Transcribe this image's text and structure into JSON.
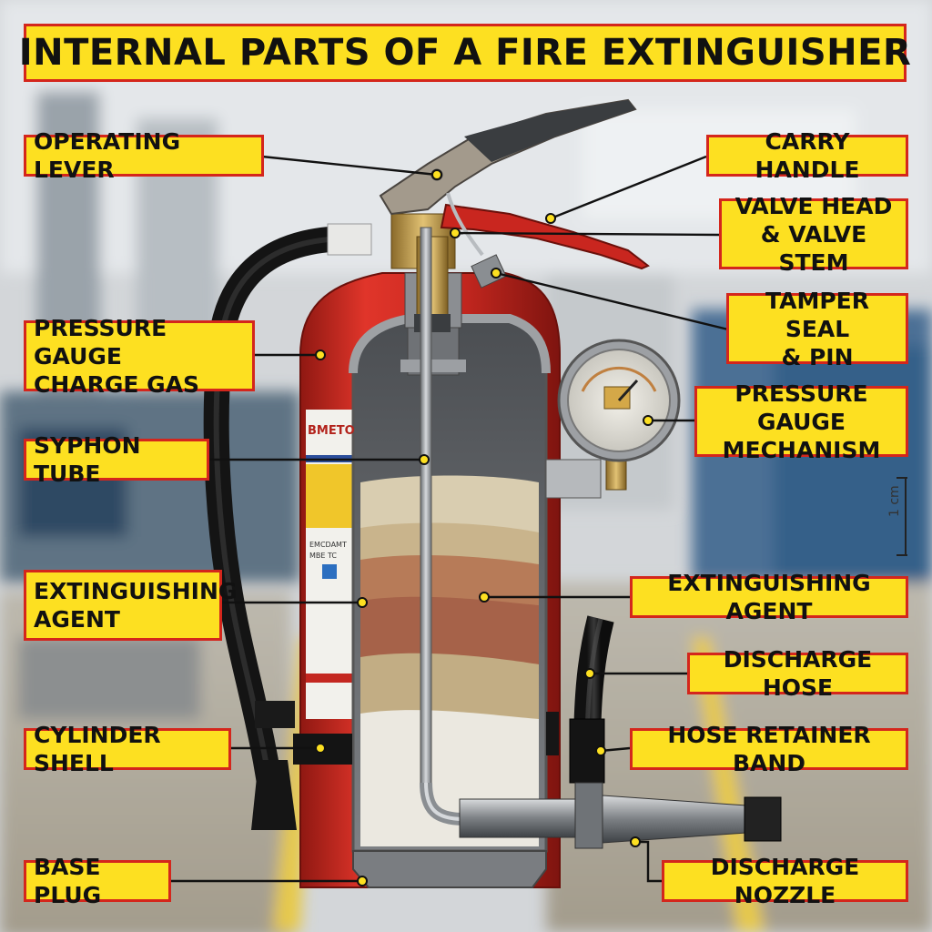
{
  "title": "INTERNAL PARTS OF A FIRE EXTINGUISHER",
  "labels": {
    "operating_lever": "OPERATING LEVER",
    "carry_handle": "CARRY HANDLE",
    "valve_head": "VALVE HEAD\n& VALVE STEM",
    "tamper_seal": "TAMPER SEAL\n& PIN",
    "pressure_gauge_charge_gas": "PRESSURE GAUGE\nCHARGE GAS",
    "pressure_gauge_mechanism": "PRESSURE GAUGE\nMECHANISM",
    "syphon_tube": "SYPHON TUBE",
    "extinguishing_agent_left": "EXTINGUISHING\nAGENT",
    "extinguishing_agent_right": "EXTINGUISHING AGENT",
    "discharge_hose": "DISCHARGE HOSE",
    "hose_retainer_band": "HOSE RETAINER BAND",
    "cylinder_shell": "CYLINDER SHELL",
    "base_plug": "BASE PLUG",
    "discharge_nozzle": "DISCHARGE NOZZLE"
  },
  "scale_label": "1 cm",
  "decal": {
    "brand": "BMETO",
    "line1": "EMCDAMT",
    "line2": "MBE TC"
  },
  "colors": {
    "label_fill": "#fde021",
    "label_border": "#d4261c",
    "cylinder_red": "#d42a22",
    "agent_tan": "#c9b48c",
    "agent_rust": "#b26a4c"
  }
}
